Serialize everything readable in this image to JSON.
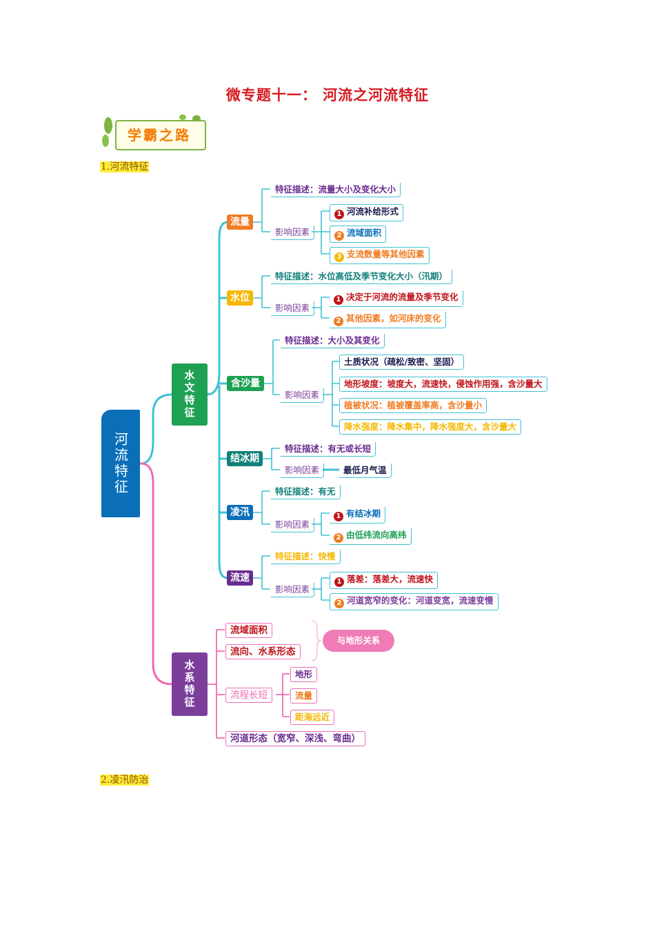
{
  "title": "微专题十一：  河流之河流特征",
  "banner": {
    "label": "学霸之路"
  },
  "sections": {
    "s1": "1.河流特征",
    "s2": "2.凌汛防治"
  },
  "colors": {
    "flow": "#f07c22",
    "water_level": "#f5b800",
    "sediment": "#1fa154",
    "ice": "#12807a",
    "flood": "#0b6fb8",
    "speed": "#6a2c91",
    "hydro": "#1fa154",
    "system": "#7b3f9b",
    "root": "#0b6fb8",
    "cyan_line": "#3ec1d3",
    "pink_line": "#f06bb3"
  },
  "root": {
    "label": "河流特征"
  },
  "hydro": {
    "label": "水文特征",
    "flow": {
      "label": "流量",
      "desc": "特征描述：流量大小及变化大小",
      "factor": "影响因素",
      "items": [
        "河流补给形式",
        "流域面积",
        "支流数量等其他因素"
      ]
    },
    "water_level": {
      "label": "水位",
      "desc": "特征描述：水位高低及季节变化大小（汛期）",
      "factor": "影响因素",
      "items": [
        "决定于河流的流量及季节变化",
        "其他因素，如河床的变化"
      ]
    },
    "sediment": {
      "label": "含沙量",
      "desc": "特征描述：大小及其变化",
      "factor": "影响因素",
      "items": [
        "土质状况（疏松/致密、坚固）",
        "地形坡度：坡度大，流速快，侵蚀作用强，含沙量大",
        "植被状况：植被覆盖率高，含沙量小",
        "降水强度：降水集中，降水强度大，含沙量大"
      ]
    },
    "ice": {
      "label": "结冰期",
      "desc": "特征描述：有无或长短",
      "factor": "影响因素",
      "items": [
        "最低月气温"
      ]
    },
    "flood": {
      "label": "凌汛",
      "desc": "特征描述：有无",
      "factor": "影响因素",
      "items": [
        "有结冰期",
        "由低纬流向高纬"
      ]
    },
    "speed": {
      "label": "流速",
      "desc": "特征描述：快慢",
      "factor": "影响因素",
      "items": [
        "落差：落差大，流速快",
        "河道宽窄的变化：河道变宽，流速变慢"
      ]
    }
  },
  "system": {
    "label": "水系特征",
    "items": [
      "流域面积",
      "流向、水系形态",
      "流程长短",
      "河道形态（宽窄、深浅、弯曲）"
    ],
    "relation": "与地形关系",
    "length_factors": [
      "地形",
      "流量",
      "距海远近"
    ]
  },
  "numbers": [
    "1",
    "2",
    "3"
  ]
}
